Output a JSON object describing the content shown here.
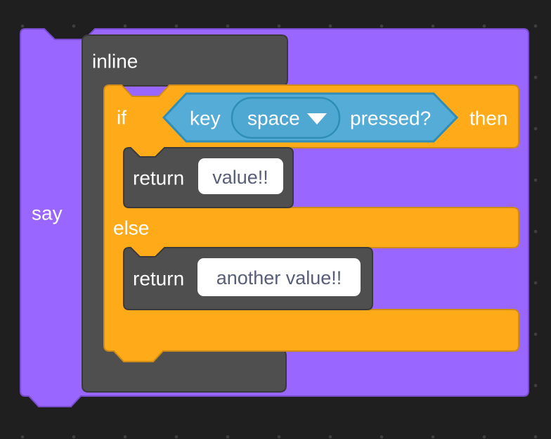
{
  "workspace": {
    "background_color": "#1F1F1F",
    "dot_color": "#3E3E3E"
  },
  "colors": {
    "looks_purple": "#9966FF",
    "looks_border": "#774DCB",
    "control_orange": "#FFAB19",
    "control_border": "#CF8B17",
    "sensing_blue": "#55ACD6",
    "sensing_dropdown_fill": "#4FA8D1",
    "sensing_border": "#2E8EB8",
    "gray_block": "#4F4F4F",
    "gray_border": "#3A3A3A",
    "input_bg": "#FFFFFF",
    "input_text": "#575E75",
    "label_text": "#FFFFFF"
  },
  "blocks": {
    "say": {
      "label": "say"
    },
    "inline": {
      "label": "inline"
    },
    "if_block": {
      "if_label": "if",
      "then_label": "then",
      "else_label": "else"
    },
    "condition": {
      "key_label": "key",
      "dropdown_value": "space",
      "pressed_label": "pressed?"
    },
    "return1": {
      "label": "return",
      "value": "value!!"
    },
    "return2": {
      "label": "return",
      "value": "another value!!"
    }
  }
}
